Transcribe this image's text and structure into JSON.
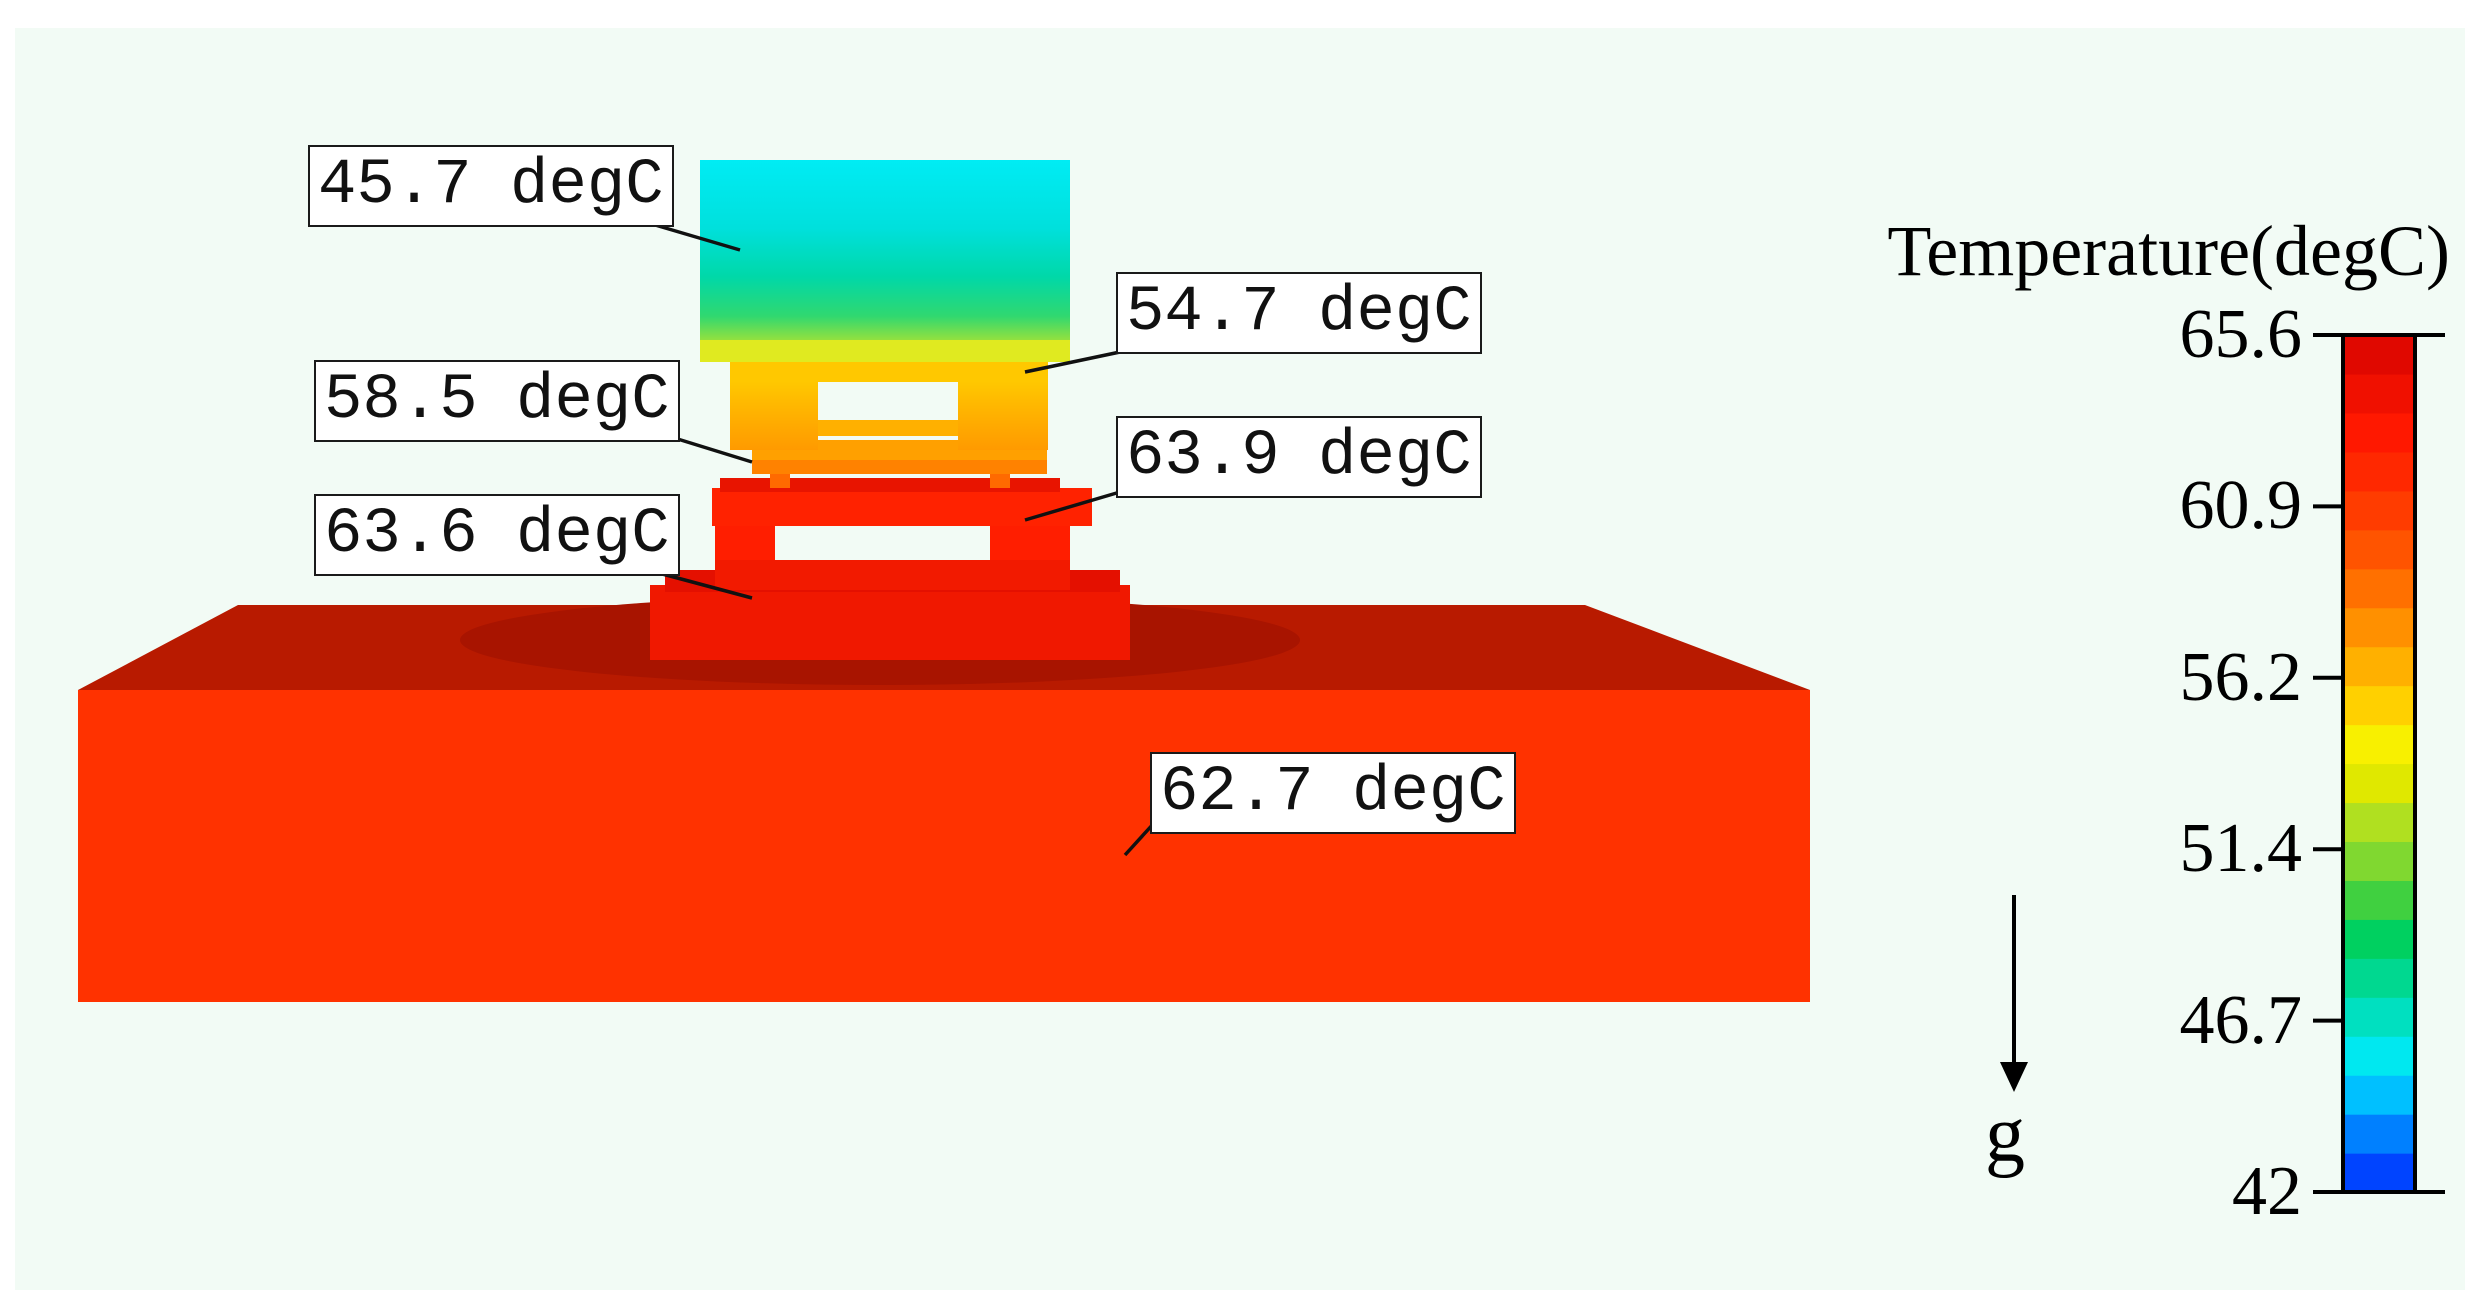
{
  "callouts": [
    {
      "id": "top-block",
      "text": "45.7 degC"
    },
    {
      "id": "upper-frame",
      "text": "54.7 degC"
    },
    {
      "id": "middle-plate",
      "text": "58.5 degC"
    },
    {
      "id": "lower-frame",
      "text": "63.9 degC"
    },
    {
      "id": "base-stack",
      "text": "63.6 degC"
    },
    {
      "id": "substrate",
      "text": "62.7 degC"
    }
  ],
  "colorbar": {
    "title": "Temperature(degC)",
    "min": 42,
    "max": 65.6,
    "ticks": [
      "65.6",
      "60.9",
      "56.2",
      "51.4",
      "46.7",
      "42"
    ],
    "colors": [
      "#0044ff",
      "#0080ff",
      "#00c0ff",
      "#00e8f0",
      "#00e0c0",
      "#00d890",
      "#00d060",
      "#40d040",
      "#80d830",
      "#b0e020",
      "#e0e800",
      "#f8f000",
      "#ffd000",
      "#ffb000",
      "#ff9000",
      "#ff7000",
      "#ff5400",
      "#ff3c00",
      "#ff2800",
      "#ff1800",
      "#f01000",
      "#e00800"
    ]
  },
  "gravity": {
    "label": "g"
  },
  "colors": {
    "background": "#f2fbf5",
    "top_block": "#00e4e4",
    "substrate_front": "#ff3200",
    "substrate_top": "#b81a00"
  }
}
